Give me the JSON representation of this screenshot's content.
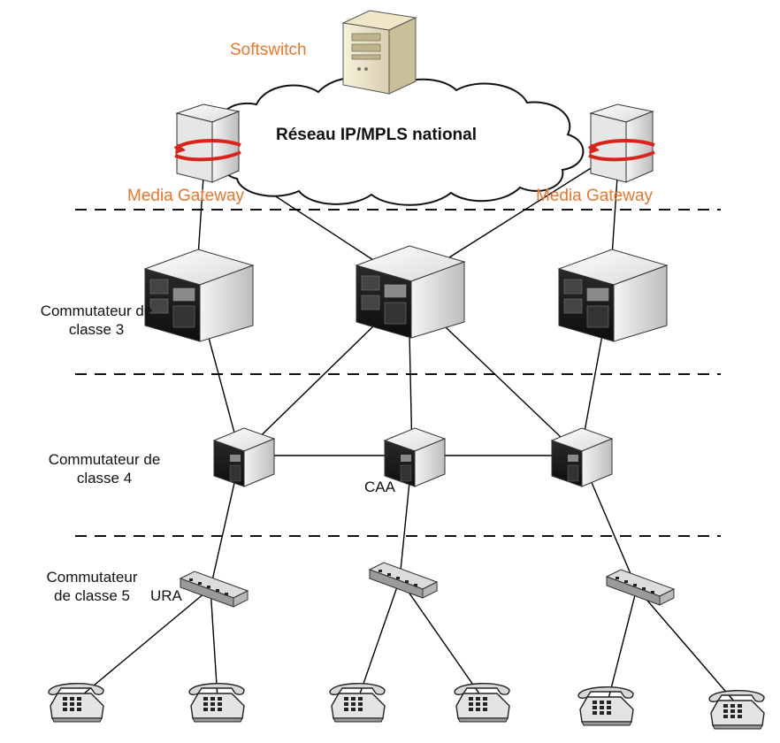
{
  "colors": {
    "accent_label": "#e8762b",
    "line": "#000000",
    "device_light": "#f2f2f2",
    "device_dark": "#1c1c1c",
    "router_arrow": "#d9241c"
  },
  "nodes": {
    "softswitch": {
      "label": "Softswitch",
      "icon": "server-tower-icon"
    },
    "cloud": {
      "label": "Réseau IP/MPLS national",
      "icon": "cloud-icon"
    },
    "media_gateway_left": {
      "label": "Media Gateway",
      "icon": "router-icon"
    },
    "media_gateway_right": {
      "label": "Media Gateway",
      "icon": "router-icon"
    },
    "class3_switches": {
      "label_line1": "Commutateur de",
      "label_line2": "classe 3",
      "icon": "switch-cabinet-icon",
      "count": 3
    },
    "class4_switches": {
      "label_line1": "Commutateur de",
      "label_line2": "classe 4",
      "icon": "switch-cabinet-small-icon",
      "count": 3
    },
    "caa": {
      "label": "CAA"
    },
    "class5_switches": {
      "label_line1": "Commutateur",
      "label_line2": "de classe 5",
      "label_ura": "URA",
      "icon": "hub-icon",
      "count": 3
    },
    "telephones": {
      "icon": "telephone-icon",
      "count": 6
    }
  },
  "layers": [
    "Media Gateway",
    "classe 3",
    "classe 4",
    "classe 5"
  ]
}
